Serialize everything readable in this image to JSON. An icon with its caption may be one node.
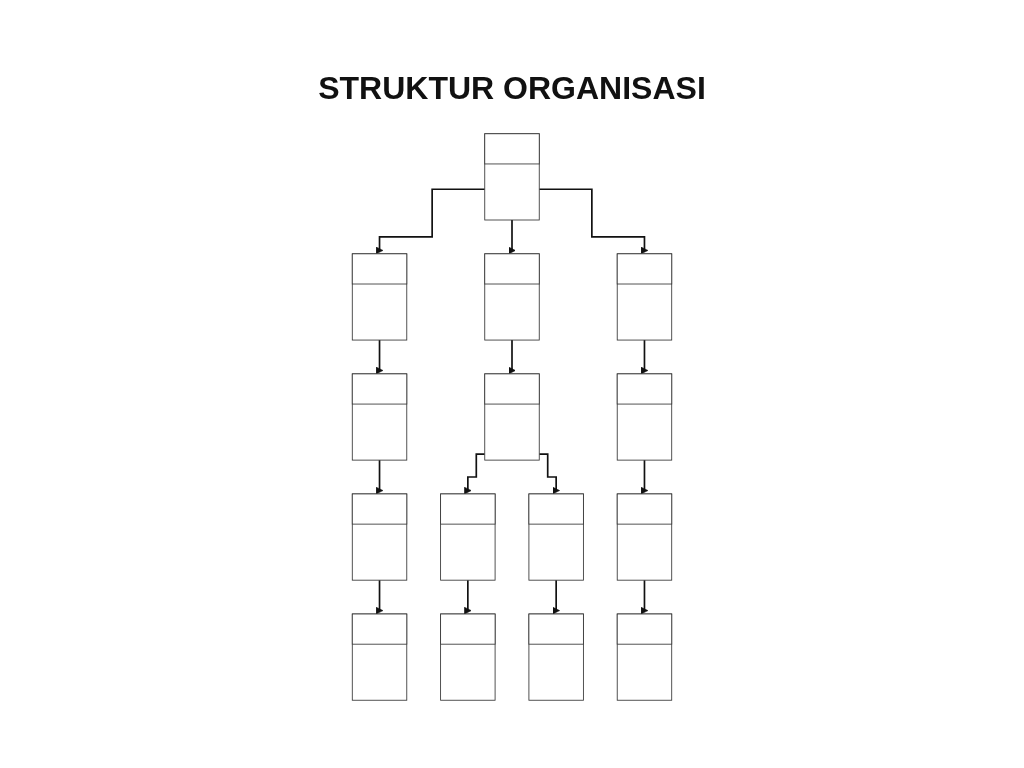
{
  "diagram": {
    "title": "STRUKTUR ORGANISASI",
    "nodes": [
      {
        "text": [],
        "shape": "box"
      },
      {
        "text": [],
        "shape": "box"
      },
      {
        "text": [],
        "shape": "box"
      },
      {
        "text": [],
        "shape": "box"
      },
      {
        "text": [],
        "shape": "box"
      },
      {
        "text": [],
        "shape": "box"
      },
      {
        "text": [],
        "shape": "box"
      },
      {
        "text": [],
        "shape": "box"
      },
      {
        "text": [],
        "shape": "box"
      },
      {
        "text": [],
        "shape": "box"
      },
      {
        "text": [],
        "shape": "box"
      },
      {
        "text": [],
        "shape": "box"
      },
      {
        "text": [],
        "shape": "box"
      },
      {
        "text": [],
        "shape": "box"
      },
      {
        "text": [],
        "shape": "box"
      }
    ],
    "edges": [
      {
        "from": 0,
        "to": 1,
        "arrow": "to"
      },
      {
        "from": 0,
        "to": 2,
        "arrow": "to"
      },
      {
        "from": 0,
        "to": 3,
        "arrow": "to"
      },
      {
        "from": 1,
        "to": 4,
        "arrow": "to"
      },
      {
        "from": 2,
        "to": 5,
        "arrow": "to"
      },
      {
        "from": 3,
        "to": 6,
        "arrow": "to"
      },
      {
        "from": 4,
        "to": 7,
        "arrow": "to"
      },
      {
        "from": 5,
        "to": 8,
        "arrow": "to"
      },
      {
        "from": 5,
        "to": 9,
        "arrow": "to"
      },
      {
        "from": 6,
        "to": 10,
        "arrow": "to"
      },
      {
        "from": 7,
        "to": 11,
        "arrow": "to"
      },
      {
        "from": 8,
        "to": 12,
        "arrow": "to"
      },
      {
        "from": 9,
        "to": 13,
        "arrow": "to"
      },
      {
        "from": 10,
        "to": 14,
        "arrow": "to"
      }
    ]
  }
}
